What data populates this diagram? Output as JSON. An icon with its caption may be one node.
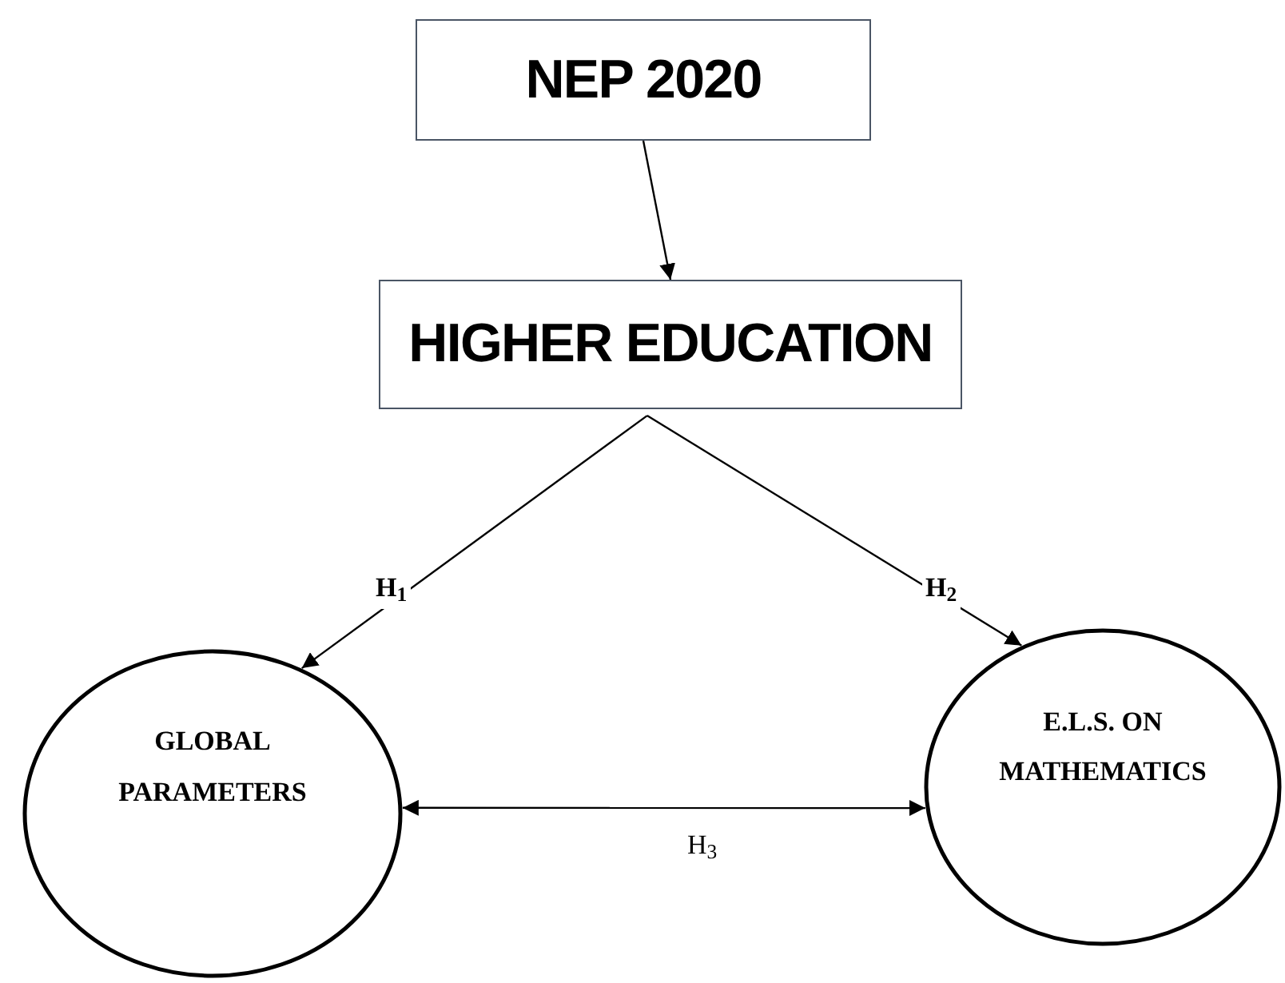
{
  "diagram": {
    "nodes": [
      {
        "text": [
          "NEP 2020"
        ]
      },
      {
        "text": [
          "HIGHER EDUCATION"
        ]
      },
      {
        "text": [
          "GLOBAL PARAMETERS"
        ]
      },
      {
        "text": [
          "E.L.S. ON MATHEMATICS"
        ]
      }
    ],
    "edges": [
      {
        "from": 0,
        "to": 1,
        "arrow": "to"
      },
      {
        "from": 1,
        "to": 2,
        "arrow": "to",
        "label": "H$_{1}$"
      },
      {
        "from": 1,
        "to": 3,
        "arrow": "to",
        "label": "H$_{2}$"
      },
      {
        "from": 2,
        "to": 3,
        "arrow": "both",
        "label": "H$_{3}$"
      }
    ]
  }
}
